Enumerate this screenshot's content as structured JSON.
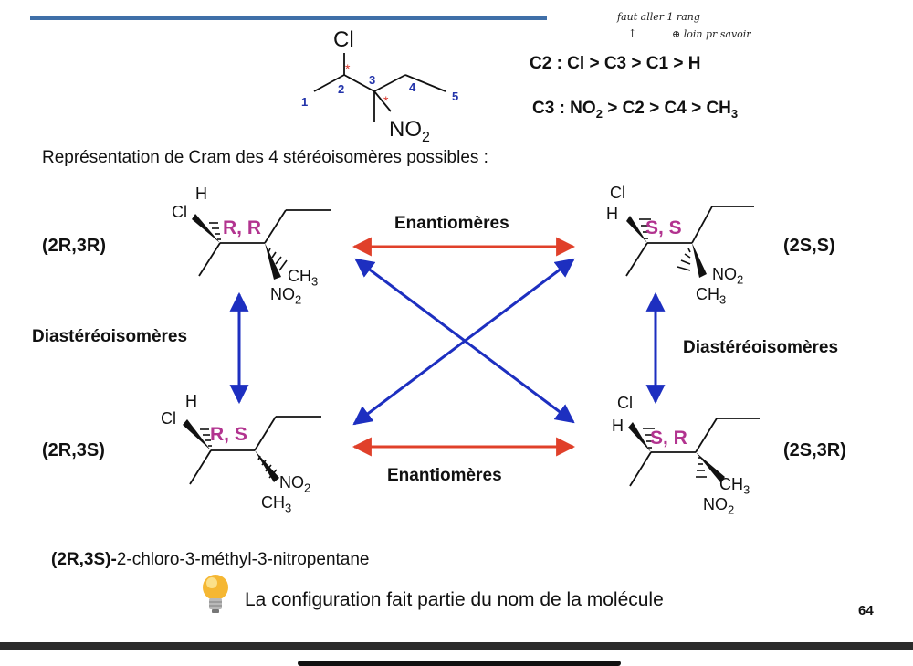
{
  "slide": {
    "page_number": "64",
    "header_note_1": "faut aller 1 rang",
    "header_note_2": "⊕ loin pr savoir",
    "header_note_arrow": "↑"
  },
  "top_molecule": {
    "cl": "Cl",
    "no2_main": "NO",
    "no2_sub": "2",
    "star": "*",
    "n1": "1",
    "n2": "2",
    "n3": "3",
    "n4": "4",
    "n5": "5"
  },
  "rules": {
    "c2": "C2 : Cl > C3 > C1 > H",
    "c3_a": "C3 : NO",
    "c3_sub": "2",
    "c3_b": " > C2 > C4 > CH",
    "c3_sub2": "3"
  },
  "intro": "Représentation de Cram des 4 stéréoisomères possibles :",
  "isomers": {
    "rr": {
      "label": "(2R,3R)",
      "config": "R, R",
      "h": "H",
      "cl": "Cl",
      "bot1": "CH",
      "bot1sub": "3",
      "bot2": "NO",
      "bot2sub": "2"
    },
    "ss": {
      "label": "(2S,S)",
      "config": "S, S",
      "h": "H",
      "cl": "Cl",
      "bot1": "NO",
      "bot1sub": "2",
      "bot2": "CH",
      "bot2sub": "3"
    },
    "rs": {
      "label": "(2R,3S)",
      "config": "R, S",
      "h": "H",
      "cl": "Cl",
      "bot1": "NO",
      "bot1sub": "2",
      "bot2": "CH",
      "bot2sub": "3"
    },
    "sr": {
      "label": "(2S,3R)",
      "config": "S, R",
      "h": "H",
      "cl": "Cl",
      "bot1": "CH",
      "bot1sub": "3",
      "bot2": "NO",
      "bot2sub": "2"
    }
  },
  "relations": {
    "enantiomers_top": "Enantiomères",
    "enantiomers_bottom": "Enantiomères",
    "diastereo_left": "Diastéréoisomères",
    "diastereo_right": "Diastéréoisomères"
  },
  "name": {
    "prefix": "(2R,3S)-",
    "rest": "2-chloro-3-méthyl-3-nitropentane"
  },
  "tip": "La configuration fait partie du nom de la molécule",
  "colors": {
    "red_arrow": "#e0402a",
    "blue_arrow": "#1d2fc0",
    "pink": "#b2338f",
    "bulb": "#f5b733"
  }
}
